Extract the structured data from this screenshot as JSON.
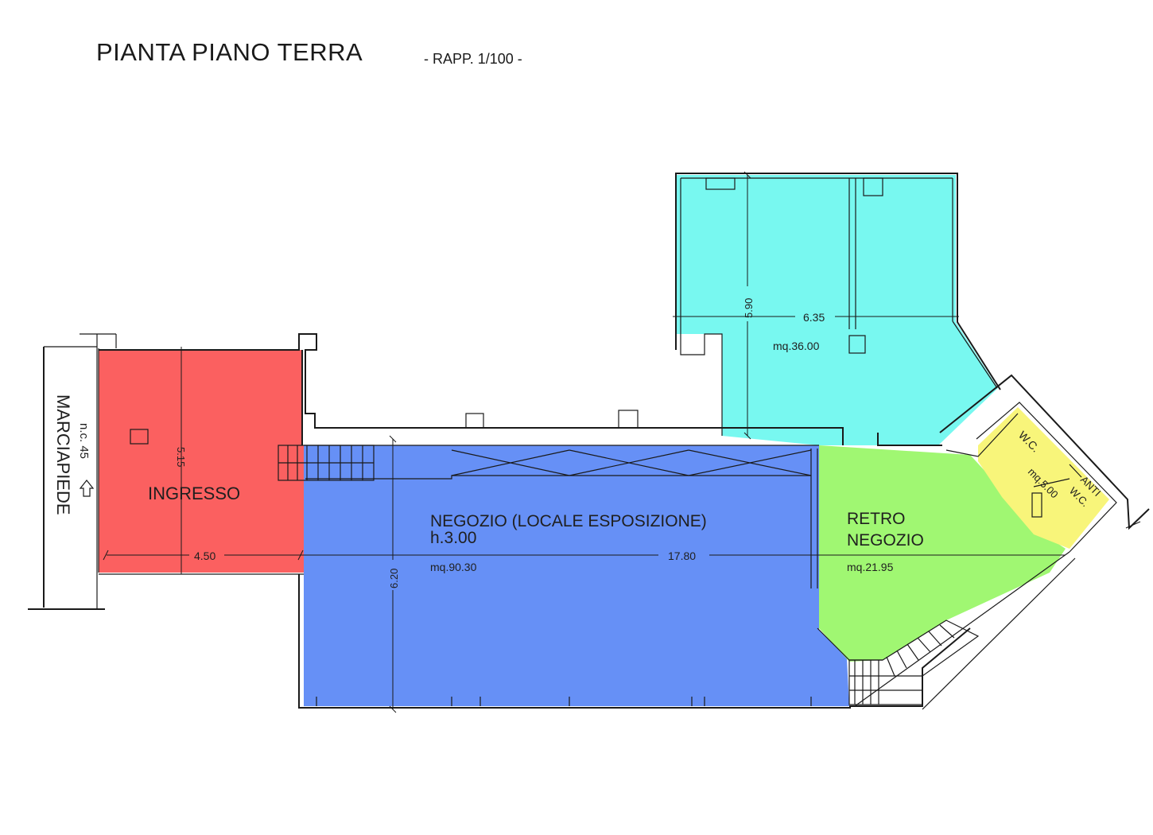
{
  "header": {
    "title": "PIANTA PIANO TERRA",
    "scale": "- RAPP. 1/100 -"
  },
  "street": {
    "name": "MARCIAPIEDE",
    "civic_number": "n.c. 45"
  },
  "rooms": {
    "ingresso": {
      "label": "INGRESSO",
      "color": "#fb6060"
    },
    "negozio": {
      "label_line1": "NEGOZIO (LOCALE ESPOSIZIONE)",
      "label_line2": "h.3.00",
      "area": "mq.90.30",
      "color": "#6690f6"
    },
    "cyan_room": {
      "area": "mq.36.00",
      "color": "#78f8f0"
    },
    "retro": {
      "label_line1": "RETRO",
      "label_line2": "NEGOZIO",
      "area": "mq.21.95",
      "color": "#a0f772"
    },
    "wc": {
      "label": "W.C.",
      "area": "mq.5.00",
      "anti_line1": "ANTI",
      "anti_line2": "W.C.",
      "color": "#f8f57a"
    }
  },
  "dimensions": {
    "ingresso_height": "5.15",
    "ingresso_width": "4.50",
    "negozio_height": "6.20",
    "total_length": "17.80",
    "cyan_height": "5.90",
    "cyan_width": "6.35"
  }
}
